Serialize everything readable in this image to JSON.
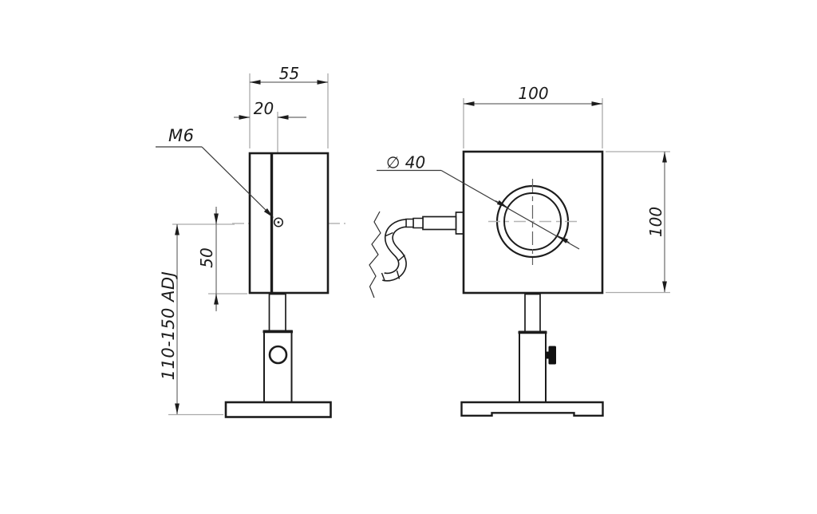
{
  "drawing": {
    "kind": "technical-outline-drawing",
    "colors": {
      "background": "#ffffff",
      "object_line": "#1c1c1c",
      "dimension_line": "#6a6a6a",
      "extension_line": "#aaaaaa",
      "centerline": "#b5b5b5",
      "centerline_dark": "#5f5f5f",
      "knob_fill": "#111111"
    },
    "side_view": {
      "dim_width": "55",
      "dim_aperture_offset": "20",
      "label_mount_thread": "M6",
      "dim_center_height": "50",
      "dim_height_adjust": "110-150 ADJ"
    },
    "front_view": {
      "dim_width": "100",
      "dim_height": "100",
      "label_aperture_diameter": "∅ 40"
    }
  }
}
